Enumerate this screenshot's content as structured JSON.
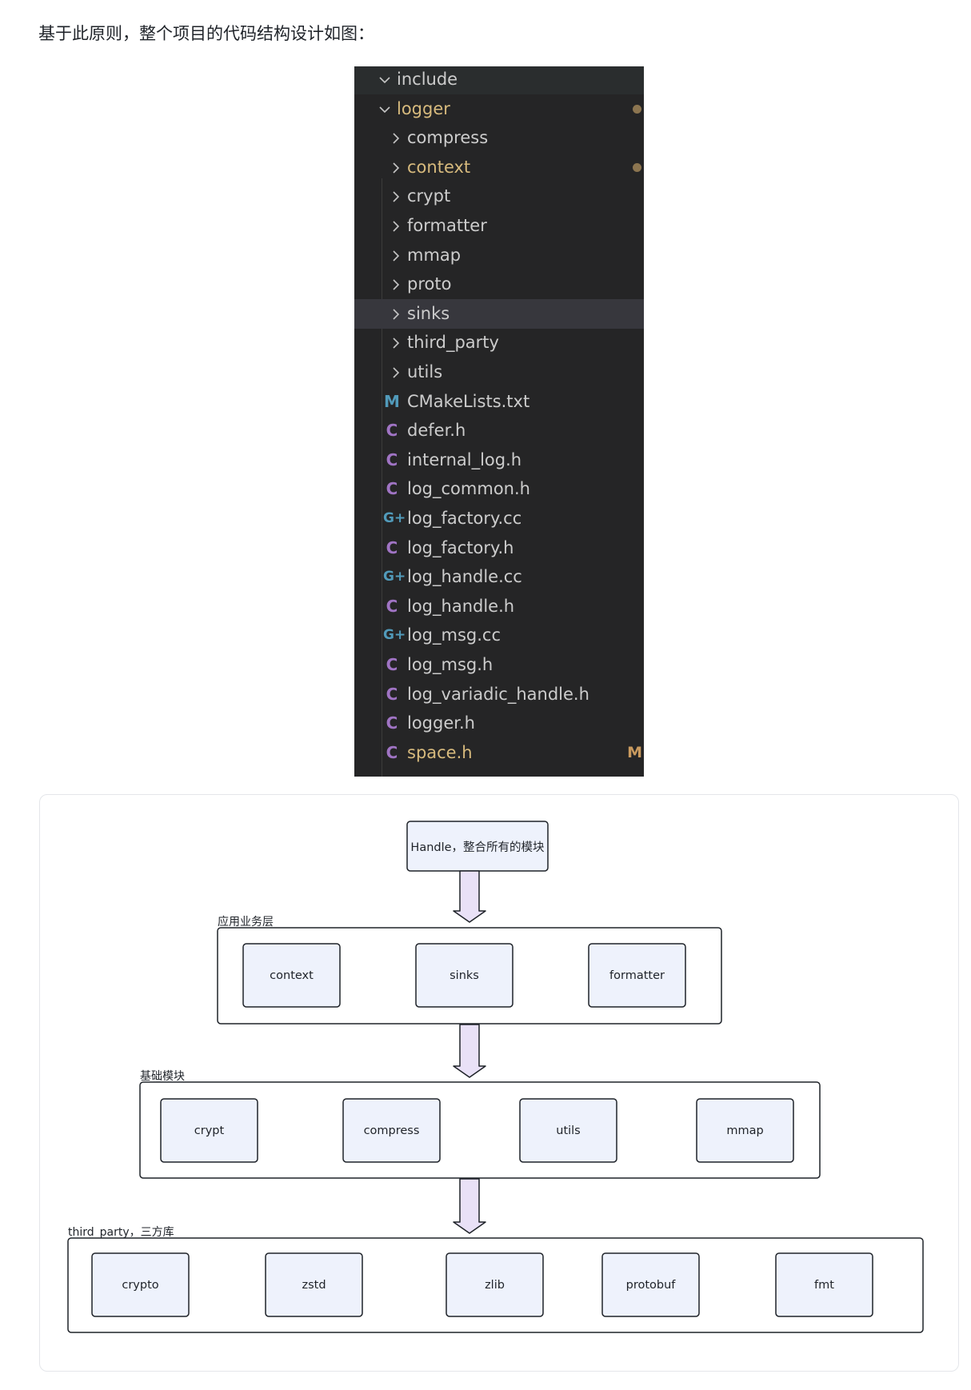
{
  "intro": "基于此原则，整个项目的代码结构设计如图：",
  "explorer": {
    "rows": [
      {
        "kind": "folder-open",
        "label": "include",
        "indent": 0
      },
      {
        "kind": "folder-open",
        "label": "logger",
        "indent": 0,
        "modified": true
      },
      {
        "kind": "folder",
        "label": "compress",
        "indent": 1
      },
      {
        "kind": "folder",
        "label": "context",
        "indent": 1,
        "modified": true
      },
      {
        "kind": "folder",
        "label": "crypt",
        "indent": 1
      },
      {
        "kind": "folder",
        "label": "formatter",
        "indent": 1
      },
      {
        "kind": "folder",
        "label": "mmap",
        "indent": 1
      },
      {
        "kind": "folder",
        "label": "proto",
        "indent": 1
      },
      {
        "kind": "folder",
        "label": "sinks",
        "indent": 1,
        "hover": true
      },
      {
        "kind": "folder",
        "label": "third_party",
        "indent": 1
      },
      {
        "kind": "folder",
        "label": "utils",
        "indent": 1
      },
      {
        "kind": "cmake",
        "icon": "M",
        "label": "CMakeLists.txt",
        "indent": 1
      },
      {
        "kind": "c",
        "icon": "C",
        "label": "defer.h",
        "indent": 1
      },
      {
        "kind": "c",
        "icon": "C",
        "label": "internal_log.h",
        "indent": 1
      },
      {
        "kind": "c",
        "icon": "C",
        "label": "log_common.h",
        "indent": 1
      },
      {
        "kind": "cpp",
        "icon": "G",
        "label": "log_factory.cc",
        "indent": 1
      },
      {
        "kind": "c",
        "icon": "C",
        "label": "log_factory.h",
        "indent": 1
      },
      {
        "kind": "cpp",
        "icon": "G",
        "label": "log_handle.cc",
        "indent": 1
      },
      {
        "kind": "c",
        "icon": "C",
        "label": "log_handle.h",
        "indent": 1
      },
      {
        "kind": "cpp",
        "icon": "G",
        "label": "log_msg.cc",
        "indent": 1
      },
      {
        "kind": "c",
        "icon": "C",
        "label": "log_msg.h",
        "indent": 1
      },
      {
        "kind": "c",
        "icon": "C",
        "label": "log_variadic_handle.h",
        "indent": 1
      },
      {
        "kind": "c",
        "icon": "C",
        "label": "logger.h",
        "indent": 1
      },
      {
        "kind": "c",
        "icon": "C",
        "label": "space.h",
        "indent": 1,
        "modified": true,
        "badge": "M"
      }
    ]
  },
  "diagram": {
    "top_box": "Handle，整合所有的模块",
    "layers": [
      {
        "title": "应用业务层",
        "modules": [
          "context",
          "sinks",
          "formatter"
        ]
      },
      {
        "title": "基础模块",
        "modules": [
          "crypt",
          "compress",
          "utils",
          "mmap"
        ]
      },
      {
        "title": "third_party，三方库",
        "modules": [
          "crypto",
          "zstd",
          "zlib",
          "protobuf",
          "fmt"
        ]
      }
    ],
    "colors": {
      "box_fill": "#eef2fc",
      "arrow_fill": "#e9e1f7",
      "stroke": "#1f2329"
    }
  }
}
